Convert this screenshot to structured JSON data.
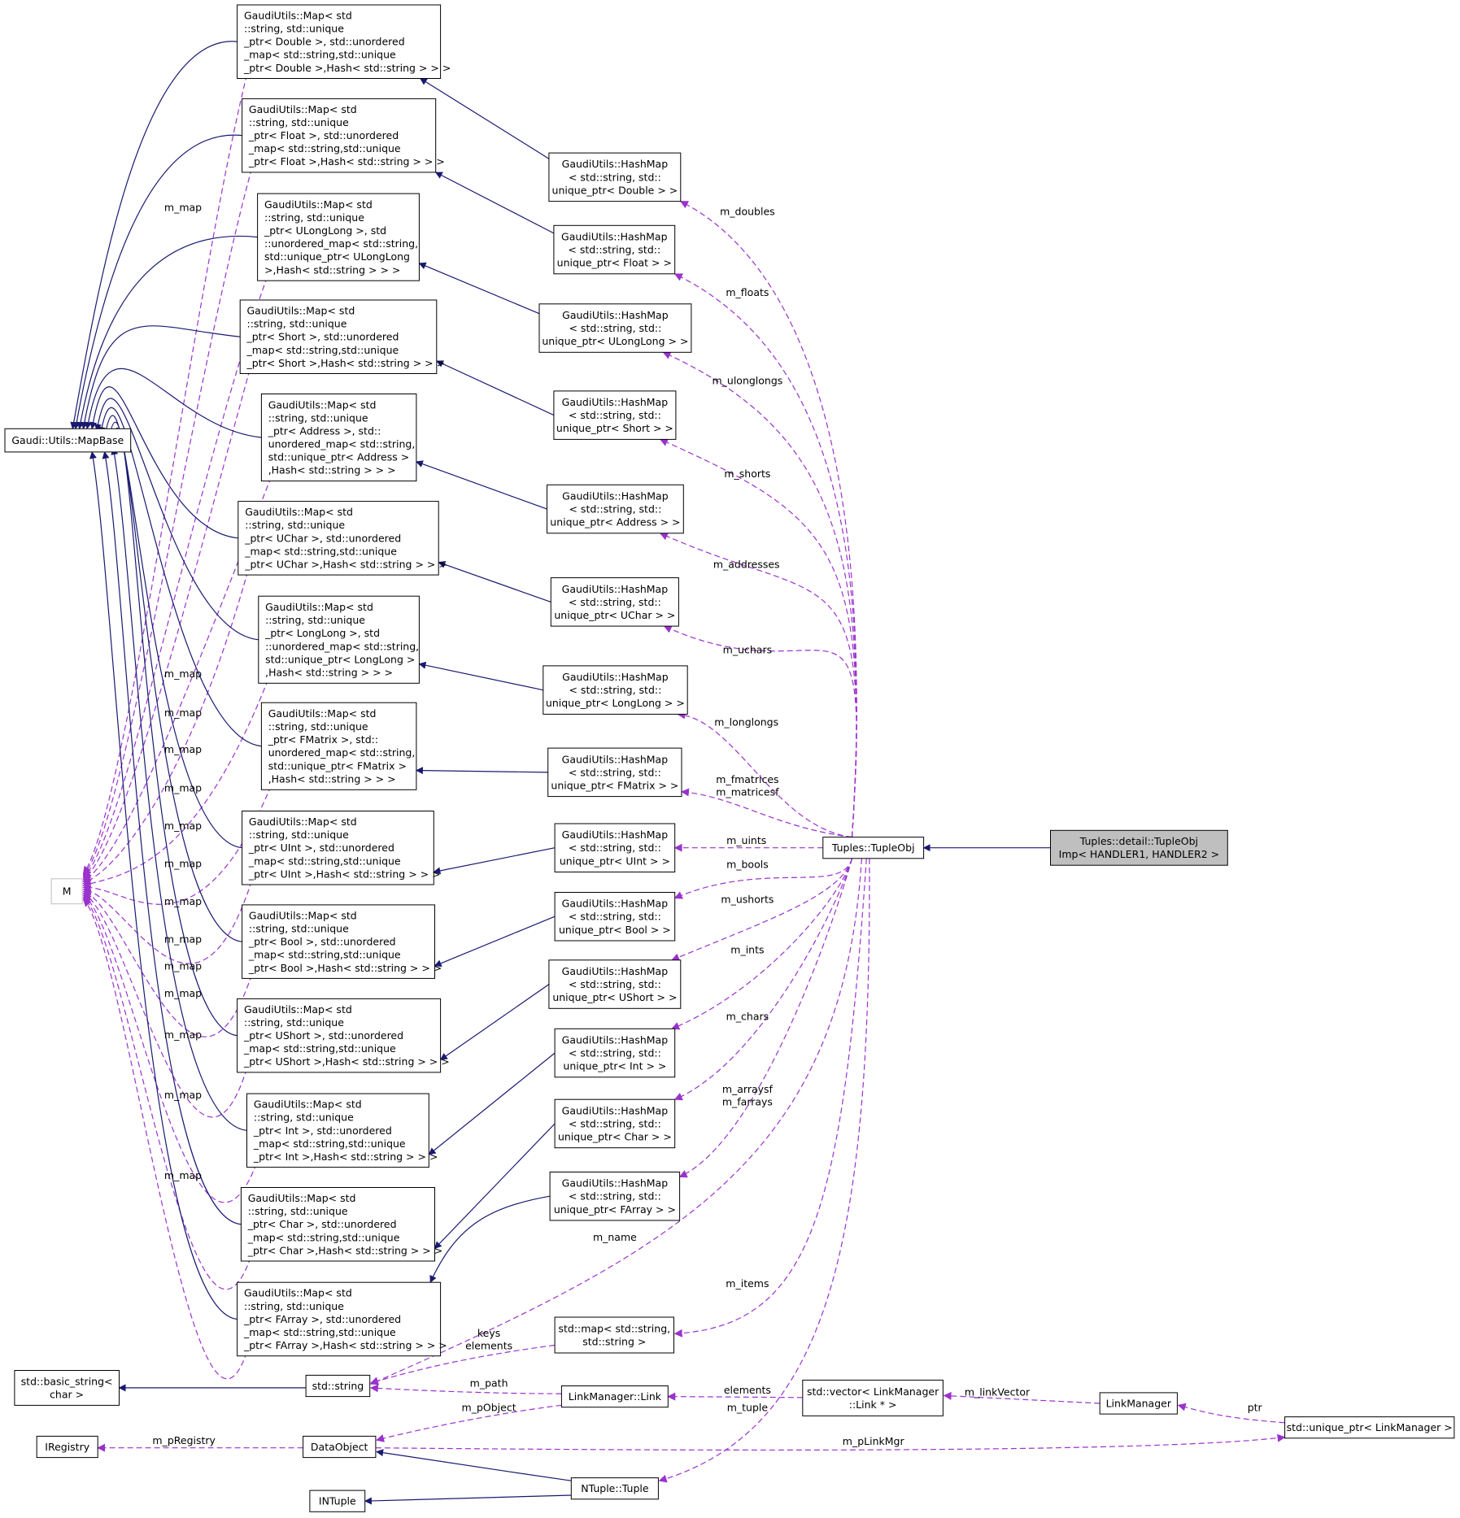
{
  "diagram": {
    "nodes": {
      "map_double": [
        "GaudiUtils::Map< std",
        "::string, std::unique",
        "_ptr< Double >, std::unordered",
        "_map< std::string,std::unique",
        "_ptr< Double >,Hash< std::string > > >"
      ],
      "map_float": [
        "GaudiUtils::Map< std",
        "::string, std::unique",
        "_ptr< Float >, std::unordered",
        "_map< std::string,std::unique",
        "_ptr< Float >,Hash< std::string > > >"
      ],
      "map_ulonglong": [
        "GaudiUtils::Map< std",
        "::string, std::unique",
        "_ptr< ULongLong >, std",
        "::unordered_map< std::string,",
        "std::unique_ptr< ULongLong",
        ">,Hash< std::string > > >"
      ],
      "map_short": [
        "GaudiUtils::Map< std",
        "::string, std::unique",
        "_ptr< Short >, std::unordered",
        "_map< std::string,std::unique",
        "_ptr< Short >,Hash< std::string > > >"
      ],
      "map_address": [
        "GaudiUtils::Map< std",
        "::string, std::unique",
        "_ptr< Address >, std::",
        "unordered_map< std::string,",
        "std::unique_ptr< Address >",
        ",Hash< std::string > > >"
      ],
      "map_uchar": [
        "GaudiUtils::Map< std",
        "::string, std::unique",
        "_ptr< UChar >, std::unordered",
        "_map< std::string,std::unique",
        "_ptr< UChar >,Hash< std::string > > >"
      ],
      "map_longlong": [
        "GaudiUtils::Map< std",
        "::string, std::unique",
        "_ptr< LongLong >, std",
        "::unordered_map< std::string,",
        "std::unique_ptr< LongLong >",
        ",Hash< std::string > > >"
      ],
      "map_fmatrix": [
        "GaudiUtils::Map< std",
        "::string, std::unique",
        "_ptr< FMatrix >, std::",
        "unordered_map< std::string,",
        "std::unique_ptr< FMatrix >",
        ",Hash< std::string > > >"
      ],
      "map_uint": [
        "GaudiUtils::Map< std",
        "::string, std::unique",
        "_ptr< UInt >, std::unordered",
        "_map< std::string,std::unique",
        "_ptr< UInt >,Hash< std::string > > >"
      ],
      "map_bool": [
        "GaudiUtils::Map< std",
        "::string, std::unique",
        "_ptr< Bool >, std::unordered",
        "_map< std::string,std::unique",
        "_ptr< Bool >,Hash< std::string > > >"
      ],
      "map_ushort": [
        "GaudiUtils::Map< std",
        "::string, std::unique",
        "_ptr< UShort >, std::unordered",
        "_map< std::string,std::unique",
        "_ptr< UShort >,Hash< std::string > > >"
      ],
      "map_int": [
        "GaudiUtils::Map< std",
        "::string, std::unique",
        "_ptr< Int >, std::unordered",
        "_map< std::string,std::unique",
        "_ptr< Int >,Hash< std::string > > >"
      ],
      "map_char": [
        "GaudiUtils::Map< std",
        "::string, std::unique",
        "_ptr< Char >, std::unordered",
        "_map< std::string,std::unique",
        "_ptr< Char >,Hash< std::string > > >"
      ],
      "map_farray": [
        "GaudiUtils::Map< std",
        "::string, std::unique",
        "_ptr< FArray >, std::unordered",
        "_map< std::string,std::unique",
        "_ptr< FArray >,Hash< std::string > > >"
      ],
      "hm_double": [
        "GaudiUtils::HashMap",
        "< std::string, std::",
        "unique_ptr< Double > >"
      ],
      "hm_float": [
        "GaudiUtils::HashMap",
        "< std::string, std::",
        "unique_ptr< Float > >"
      ],
      "hm_ulonglong": [
        "GaudiUtils::HashMap",
        "< std::string, std::",
        "unique_ptr< ULongLong > >"
      ],
      "hm_short": [
        "GaudiUtils::HashMap",
        "< std::string, std::",
        "unique_ptr< Short > >"
      ],
      "hm_address": [
        "GaudiUtils::HashMap",
        "< std::string, std::",
        "unique_ptr< Address > >"
      ],
      "hm_uchar": [
        "GaudiUtils::HashMap",
        "< std::string, std::",
        "unique_ptr< UChar > >"
      ],
      "hm_longlong": [
        "GaudiUtils::HashMap",
        "< std::string, std::",
        "unique_ptr< LongLong > >"
      ],
      "hm_fmatrix": [
        "GaudiUtils::HashMap",
        "< std::string, std::",
        "unique_ptr< FMatrix > >"
      ],
      "hm_uint": [
        "GaudiUtils::HashMap",
        "< std::string, std::",
        "unique_ptr< UInt > >"
      ],
      "hm_bool": [
        "GaudiUtils::HashMap",
        "< std::string, std::",
        "unique_ptr< Bool > >"
      ],
      "hm_ushort": [
        "GaudiUtils::HashMap",
        "< std::string, std::",
        "unique_ptr< UShort > >"
      ],
      "hm_int": [
        "GaudiUtils::HashMap",
        "< std::string, std::",
        "unique_ptr< Int > >"
      ],
      "hm_char": [
        "GaudiUtils::HashMap",
        "< std::string, std::",
        "unique_ptr< Char > >"
      ],
      "hm_farray": [
        "GaudiUtils::HashMap",
        "< std::string, std::",
        "unique_ptr< FArray > >"
      ],
      "mapbase": [
        "Gaudi::Utils::MapBase"
      ],
      "m": [
        "M"
      ],
      "tupleobj": [
        "Tuples::TupleObj"
      ],
      "tupleobjimp": [
        "Tuples::detail::TupleObj",
        "Imp< HANDLER1, HANDLER2 >"
      ],
      "std_map": [
        "std::map< std::string,",
        "std::string >"
      ],
      "std_string": [
        "std::string"
      ],
      "basic_string": [
        "std::basic_string<",
        "char >"
      ],
      "lm_link": [
        "LinkManager::Link"
      ],
      "vector_link": [
        "std::vector< LinkManager",
        "::Link * >"
      ],
      "linkmanager": [
        "LinkManager"
      ],
      "unique_lm": [
        "std::unique_ptr< LinkManager >"
      ],
      "iregistry": [
        "IRegistry"
      ],
      "dataobject": [
        "DataObject"
      ],
      "ntuple_tuple": [
        "NTuple::Tuple"
      ],
      "intuple": [
        "INTuple"
      ]
    },
    "edge_labels": {
      "m_map": "m_map",
      "m_doubles": "m_doubles",
      "m_floats": "m_floats",
      "m_ulonglongs": "m_ulonglongs",
      "m_shorts": "m_shorts",
      "m_addresses": "m_addresses",
      "m_uchars": "m_uchars",
      "m_longlongs": "m_longlongs",
      "m_fmatrices": "m_fmatrices",
      "m_matricesf": "m_matricesf",
      "m_uints": "m_uints",
      "m_bools": "m_bools",
      "m_ushorts": "m_ushorts",
      "m_ints": "m_ints",
      "m_chars": "m_chars",
      "m_arraysf": "m_arraysf",
      "m_farrays": "m_farrays",
      "m_name": "m_name",
      "m_items": "m_items",
      "keys": "keys",
      "elements": "elements",
      "m_path": "m_path",
      "m_pObject": "m_pObject",
      "m_linkVector": "m_linkVector",
      "ptr": "ptr",
      "m_tuple": "m_tuple",
      "m_pRegistry": "m_pRegistry",
      "m_pLinkMgr": "m_pLinkMgr"
    },
    "colors": {
      "inheritance": "#191970",
      "usage": "#9a32cd",
      "focus_fill": "#bfbfbf",
      "grey_border": "#bfbfbf"
    }
  }
}
